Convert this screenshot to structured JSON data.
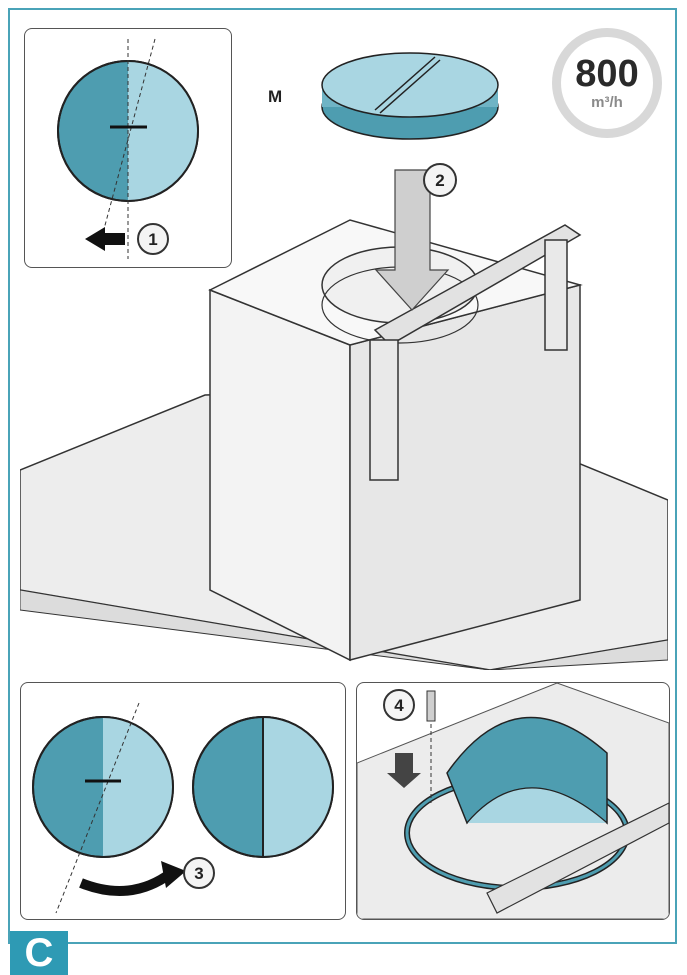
{
  "badge": {
    "value": "800",
    "unit": "m³/h"
  },
  "part_label": "M",
  "steps": [
    "1",
    "2",
    "3",
    "4"
  ],
  "section_label": "C",
  "colors": {
    "frame": "#4aa3b8",
    "dark_blue": "#4e9db0",
    "light_blue": "#a9d6e2",
    "section": "#2e9ab4"
  }
}
